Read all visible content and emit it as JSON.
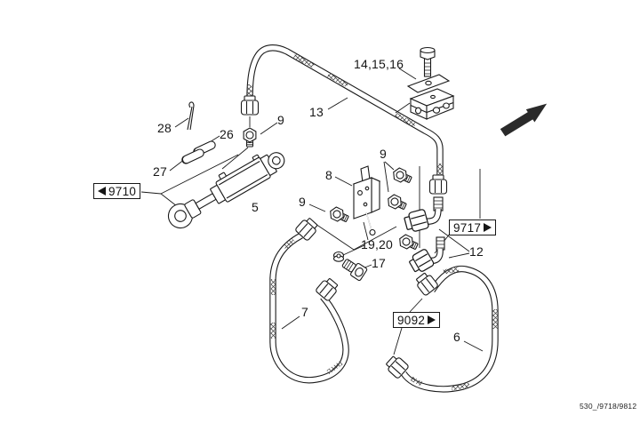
{
  "figure": {
    "background": "#ffffff",
    "ink_color": "#1a1a1a",
    "footer_code": "530_/9718/9812"
  },
  "callouts": {
    "c28": {
      "text": "28"
    },
    "c26": {
      "text": "26"
    },
    "c27": {
      "text": "27"
    },
    "c9_top": {
      "text": "9"
    },
    "c13": {
      "text": "13"
    },
    "c141516": {
      "text": "14,15,16"
    },
    "c8": {
      "text": "8"
    },
    "c9_mid": {
      "text": "9"
    },
    "c9_left": {
      "text": "9"
    },
    "c5": {
      "text": "5"
    },
    "c1920": {
      "text": "19,20"
    },
    "c17": {
      "text": "17"
    },
    "c12": {
      "text": "12"
    },
    "c7": {
      "text": "7"
    },
    "c6": {
      "text": "6"
    }
  },
  "ref_boxes": {
    "box9710": {
      "code": "9710",
      "arrow_dir": "left"
    },
    "box9717": {
      "code": "9717",
      "arrow_dir": "right"
    },
    "box9092": {
      "code": "9092",
      "arrow_dir": "right"
    }
  }
}
